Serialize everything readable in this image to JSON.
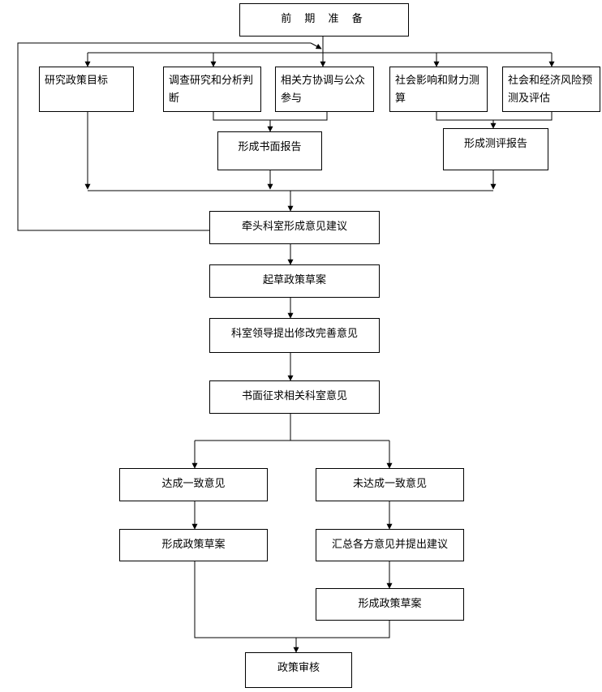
{
  "flowchart": {
    "prep": "前 期 准 备",
    "research_goal": "研究政策目标",
    "survey": "调查研究和分析判断",
    "stakeholder": "相关方协调与公众参与",
    "social_finance": "社会影响和财力测算",
    "risk": "社会和经济风险预测及评估",
    "written_report": "形成书面报告",
    "eval_report": "形成测评报告",
    "lead_opinion": "牵头科室形成意见建议",
    "draft": "起草政策草案",
    "leader_revise": "科室领导提出修改完善意见",
    "solicit": "书面征求相关科室意见",
    "consensus": "达成一致意见",
    "no_consensus": "未达成一致意见",
    "form_draft_1": "形成政策草案",
    "summarize": "汇总各方意见并提出建议",
    "form_draft_2": "形成政策草案",
    "review": "政策审核"
  }
}
